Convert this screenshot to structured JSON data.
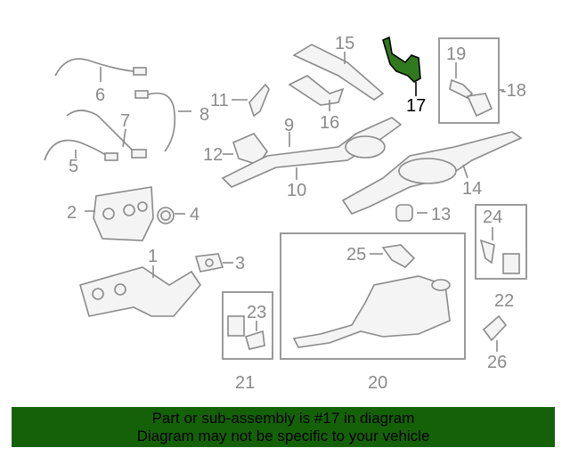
{
  "diagram": {
    "highlight_color": "#2f7a1f",
    "selected_part": "17",
    "callouts": [
      "1",
      "2",
      "3",
      "4",
      "5",
      "6",
      "7",
      "8",
      "9",
      "10",
      "11",
      "12",
      "13",
      "14",
      "15",
      "16",
      "17",
      "-18",
      "19",
      "20",
      "21",
      "22",
      "23",
      "24",
      "25",
      "26"
    ]
  },
  "banner": {
    "line1": "Part or sub-assembly is #17 in diagram",
    "line2": "Diagram may not be specific to your vehicle",
    "background": "#156108"
  }
}
